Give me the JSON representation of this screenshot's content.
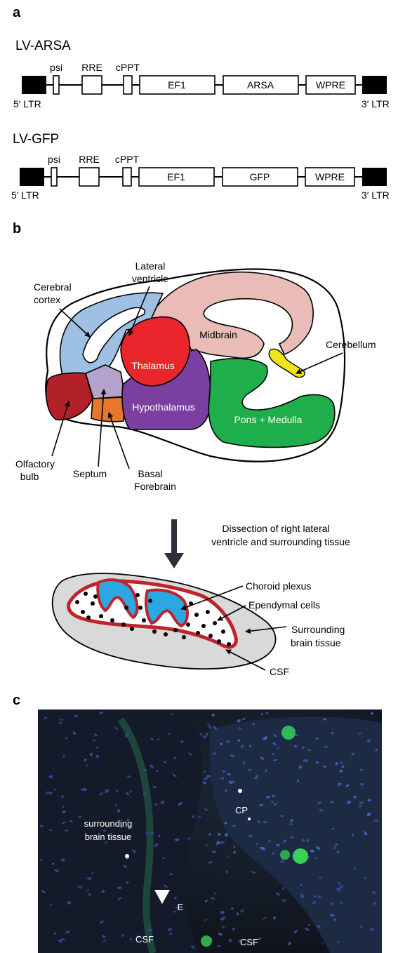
{
  "panels": {
    "a": "a",
    "b": "b",
    "c": "c"
  },
  "construct_arsa": {
    "name": "LV-ARSA",
    "ltr5": "5′ LTR",
    "ltr3": "3′ LTR",
    "psi": "psi",
    "rre": "RRE",
    "cppt": "cPPT",
    "promoter": "EF1",
    "transgene": "ARSA",
    "wpre": "WPRE"
  },
  "construct_gfp": {
    "name": "LV-GFP",
    "ltr5": "5′ LTR",
    "ltr3": "3′ LTR",
    "psi": "psi",
    "rre": "RRE",
    "cppt": "cPPT",
    "promoter": "EF1",
    "transgene": "GFP",
    "wpre": "WPRE"
  },
  "brain": {
    "lateral_ventricle": [
      "Lateral",
      "ventricle"
    ],
    "cerebral_cortex": [
      "Cerebral",
      "cortex"
    ],
    "midbrain": "Midbrain",
    "cerebellum": "Cerebellum",
    "thalamus": "Thalamus",
    "hypothalamus": "Hypothalamus",
    "pons_medulla": "Pons + Medulla",
    "olfactory_bulb": [
      "Olfactory",
      "bulb"
    ],
    "septum": "Septum",
    "basal_forebrain": [
      "Basal",
      "Forebrain"
    ],
    "colors": {
      "cortex": "#9ec0e3",
      "midbrain": "#e9bcb8",
      "thalamus": "#e8262b",
      "hypothalamus": "#7a3fa0",
      "pons_medulla": "#1fae4c",
      "cerebellum": "#f3e31b",
      "olfactory": "#b2202a",
      "septum": "#b3a2cb",
      "basal_forebrain": "#e8772b"
    }
  },
  "dissection": {
    "caption": [
      "Dissection of right lateral",
      "ventricle and surrounding tissue"
    ],
    "choroid_plexus": "Choroid plexus",
    "ependymal_cells": "Ependymal cells",
    "surrounding": [
      "Surrounding",
      "brain tissue"
    ],
    "csf": "CSF",
    "colors": {
      "tissue": "#d9d9d9",
      "ependyma": "#c0232b",
      "plexus": "#29a9e1"
    }
  },
  "micrograph": {
    "surrounding": [
      "surrounding",
      "brain tissue"
    ],
    "cp": "CP",
    "e": "E",
    "csf_left": "CSF",
    "csf_right": "CSF"
  }
}
